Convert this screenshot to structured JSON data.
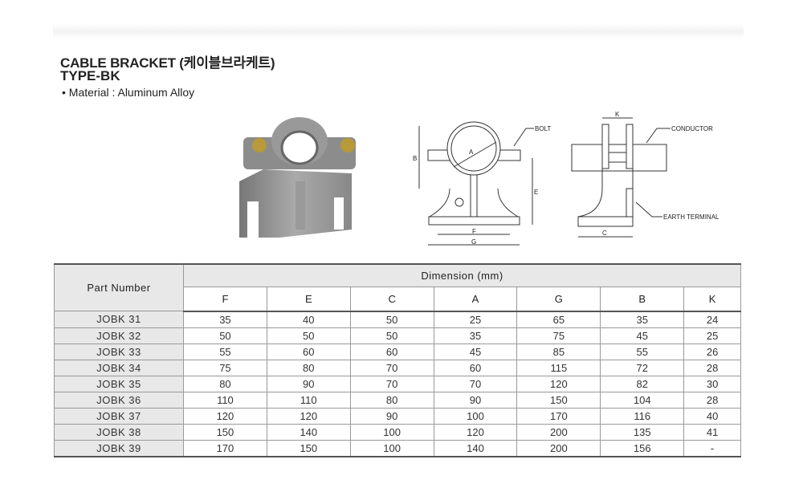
{
  "title": "CABLE BRACKET (케이블브라케트)",
  "type": "TYPE-BK",
  "material": "• Material : Aluminum Alloy",
  "drawing_labels": {
    "bolt": "BOLT",
    "conductor": "CONDUCTOR",
    "earth": "EARTH TERMINAL",
    "A": "A",
    "B": "B",
    "E": "E",
    "F": "F",
    "G": "G",
    "C": "C",
    "K": "K"
  },
  "table": {
    "part_header": "Part Number",
    "dim_header": "Dimension (mm)",
    "columns": [
      "F",
      "E",
      "C",
      "A",
      "G",
      "B",
      "K"
    ],
    "rows": [
      [
        "JOBK 31",
        "35",
        "40",
        "50",
        "25",
        "65",
        "35",
        "24"
      ],
      [
        "JOBK 32",
        "50",
        "50",
        "50",
        "35",
        "75",
        "45",
        "25"
      ],
      [
        "JOBK 33",
        "55",
        "60",
        "60",
        "45",
        "85",
        "55",
        "26"
      ],
      [
        "JOBK 34",
        "75",
        "80",
        "70",
        "60",
        "115",
        "72",
        "28"
      ],
      [
        "JOBK 35",
        "80",
        "90",
        "70",
        "70",
        "120",
        "82",
        "30"
      ],
      [
        "JOBK 36",
        "110",
        "110",
        "80",
        "90",
        "150",
        "104",
        "28"
      ],
      [
        "JOBK 37",
        "120",
        "120",
        "90",
        "100",
        "170",
        "116",
        "40"
      ],
      [
        "JOBK 38",
        "150",
        "140",
        "100",
        "120",
        "200",
        "135",
        "41"
      ],
      [
        "JOBK 39",
        "170",
        "150",
        "100",
        "140",
        "200",
        "156",
        "-"
      ]
    ]
  }
}
